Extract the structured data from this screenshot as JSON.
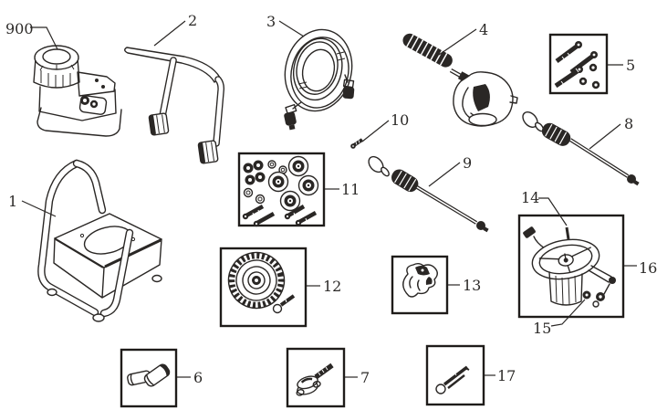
{
  "diagram": {
    "type": "exploded-parts-diagram",
    "background_color": "#ffffff",
    "line_color": "#2a2725",
    "parts": [
      {
        "label": "900",
        "name": "engine-assembly"
      },
      {
        "label": "2",
        "name": "handle-bar"
      },
      {
        "label": "3",
        "name": "high-pressure-hose"
      },
      {
        "label": "4",
        "name": "spray-gun"
      },
      {
        "label": "5",
        "name": "bolt-and-nut-kit"
      },
      {
        "label": "8",
        "name": "lance-wand"
      },
      {
        "label": "10",
        "name": "screw"
      },
      {
        "label": "9",
        "name": "lance-wand-with-nozzle"
      },
      {
        "label": "11",
        "name": "seal-maintenance-kit"
      },
      {
        "label": "1",
        "name": "cart-frame"
      },
      {
        "label": "12",
        "name": "wheel-kit"
      },
      {
        "label": "13",
        "name": "holder-clip"
      },
      {
        "label": "14",
        "name": "key-pin"
      },
      {
        "label": "15",
        "name": "outlet-fitting"
      },
      {
        "label": "16",
        "name": "pump-assembly"
      },
      {
        "label": "6",
        "name": "foot-kit"
      },
      {
        "label": "7",
        "name": "knob-bolt"
      },
      {
        "label": "17",
        "name": "hitch-pin"
      }
    ]
  }
}
